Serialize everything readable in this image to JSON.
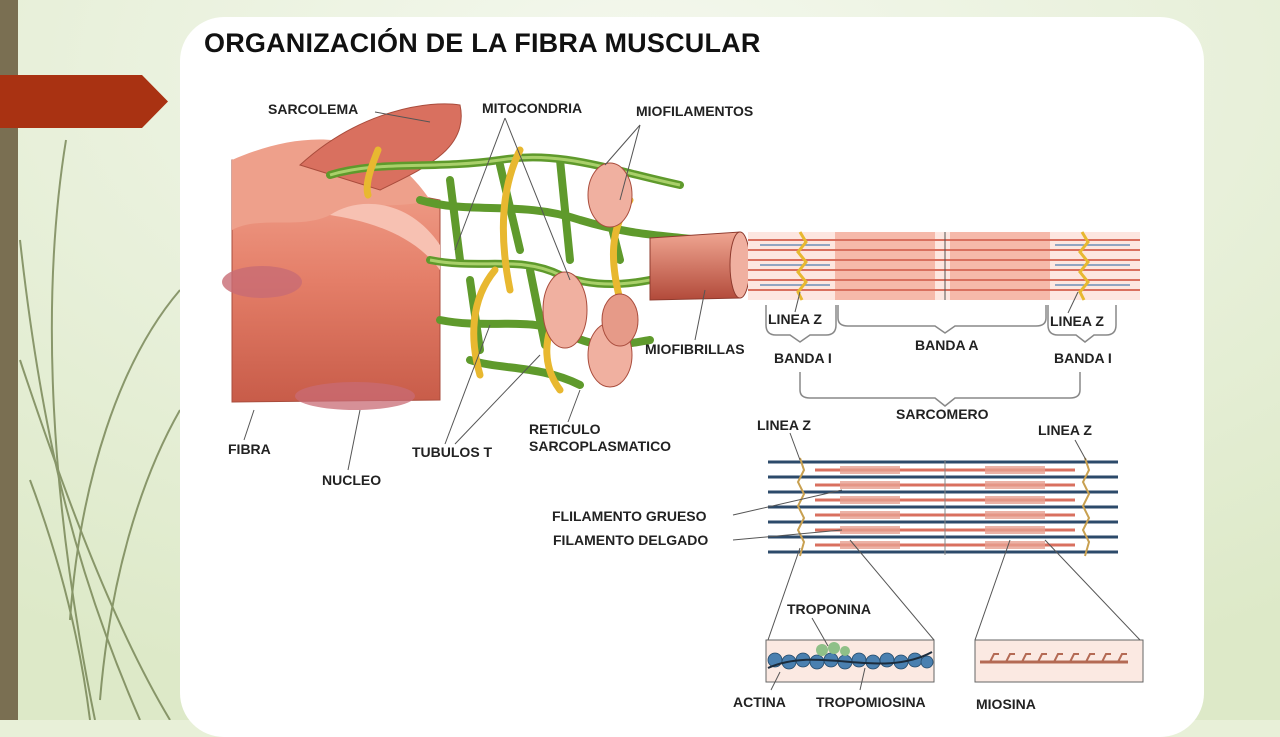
{
  "slide": {
    "title": "ORGANIZACIÓN DE LA FIBRA MUSCULAR"
  },
  "labels": {
    "sarcolema": "SARCOLEMA",
    "mitocondria": "MITOCONDRIA",
    "miofilamentos": "MIOFILAMENTOS",
    "miofibrillas": "MIOFIBRILLAS",
    "fibra": "FIBRA",
    "nucleo": "NUCLEO",
    "tubulos_t": "TUBULOS T",
    "reticulo_1": "RETICULO",
    "reticulo_2": "SARCOPLASMATICO",
    "linea_z_1": "LINEA Z",
    "linea_z_2": "LINEA Z",
    "banda_a": "BANDA A",
    "banda_i_1": "BANDA I",
    "banda_i_2": "BANDA I",
    "sarcomero": "SARCOMERO",
    "linea_z_3": "LINEA Z",
    "linea_z_4": "LINEA Z",
    "filamento_grueso": "FLILAMENTO GRUESO",
    "filamento_delgado": "FILAMENTO DELGADO",
    "troponina": "TROPONINA",
    "actina": "ACTINA",
    "tropomiosina": "TROPOMIOSINA",
    "miosina": "MIOSINA"
  },
  "colors": {
    "accent_arrow": "#a93212",
    "left_bar": "#7a6f52",
    "muscle": "#d9705f",
    "reticulum": "#6aa534",
    "tubule": "#e8b830"
  }
}
